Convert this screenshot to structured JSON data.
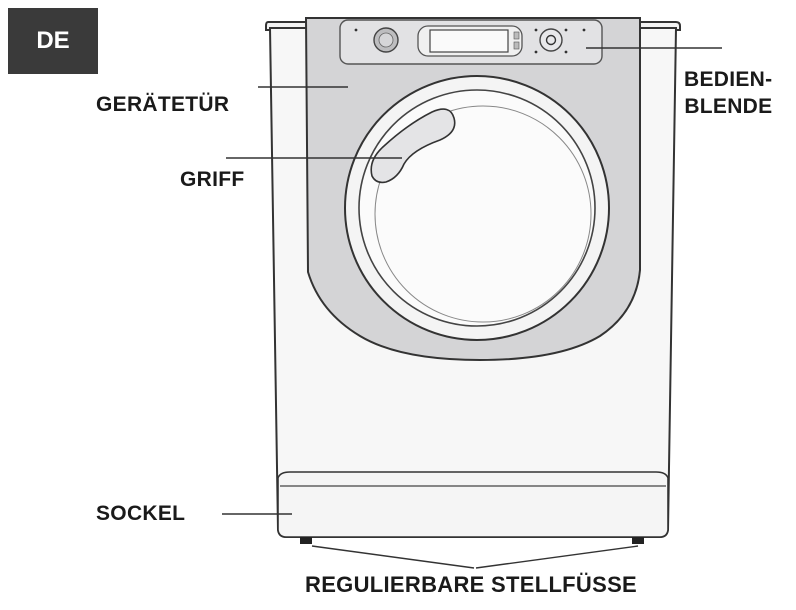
{
  "badge": {
    "text": "DE"
  },
  "labels": {
    "door": "GERÄTETÜR",
    "handle": "GRIFF",
    "panel_line1": "BEDIEN-",
    "panel_line2": "BLENDE",
    "plinth": "SOCKEL",
    "feet": "REGULIERBARE STELLFÜSSE"
  },
  "colors": {
    "badge_bg": "#3a3a3a",
    "outline": "#333333",
    "door_fill": "#d4d4d6",
    "body_fill": "#f7f7f7"
  }
}
